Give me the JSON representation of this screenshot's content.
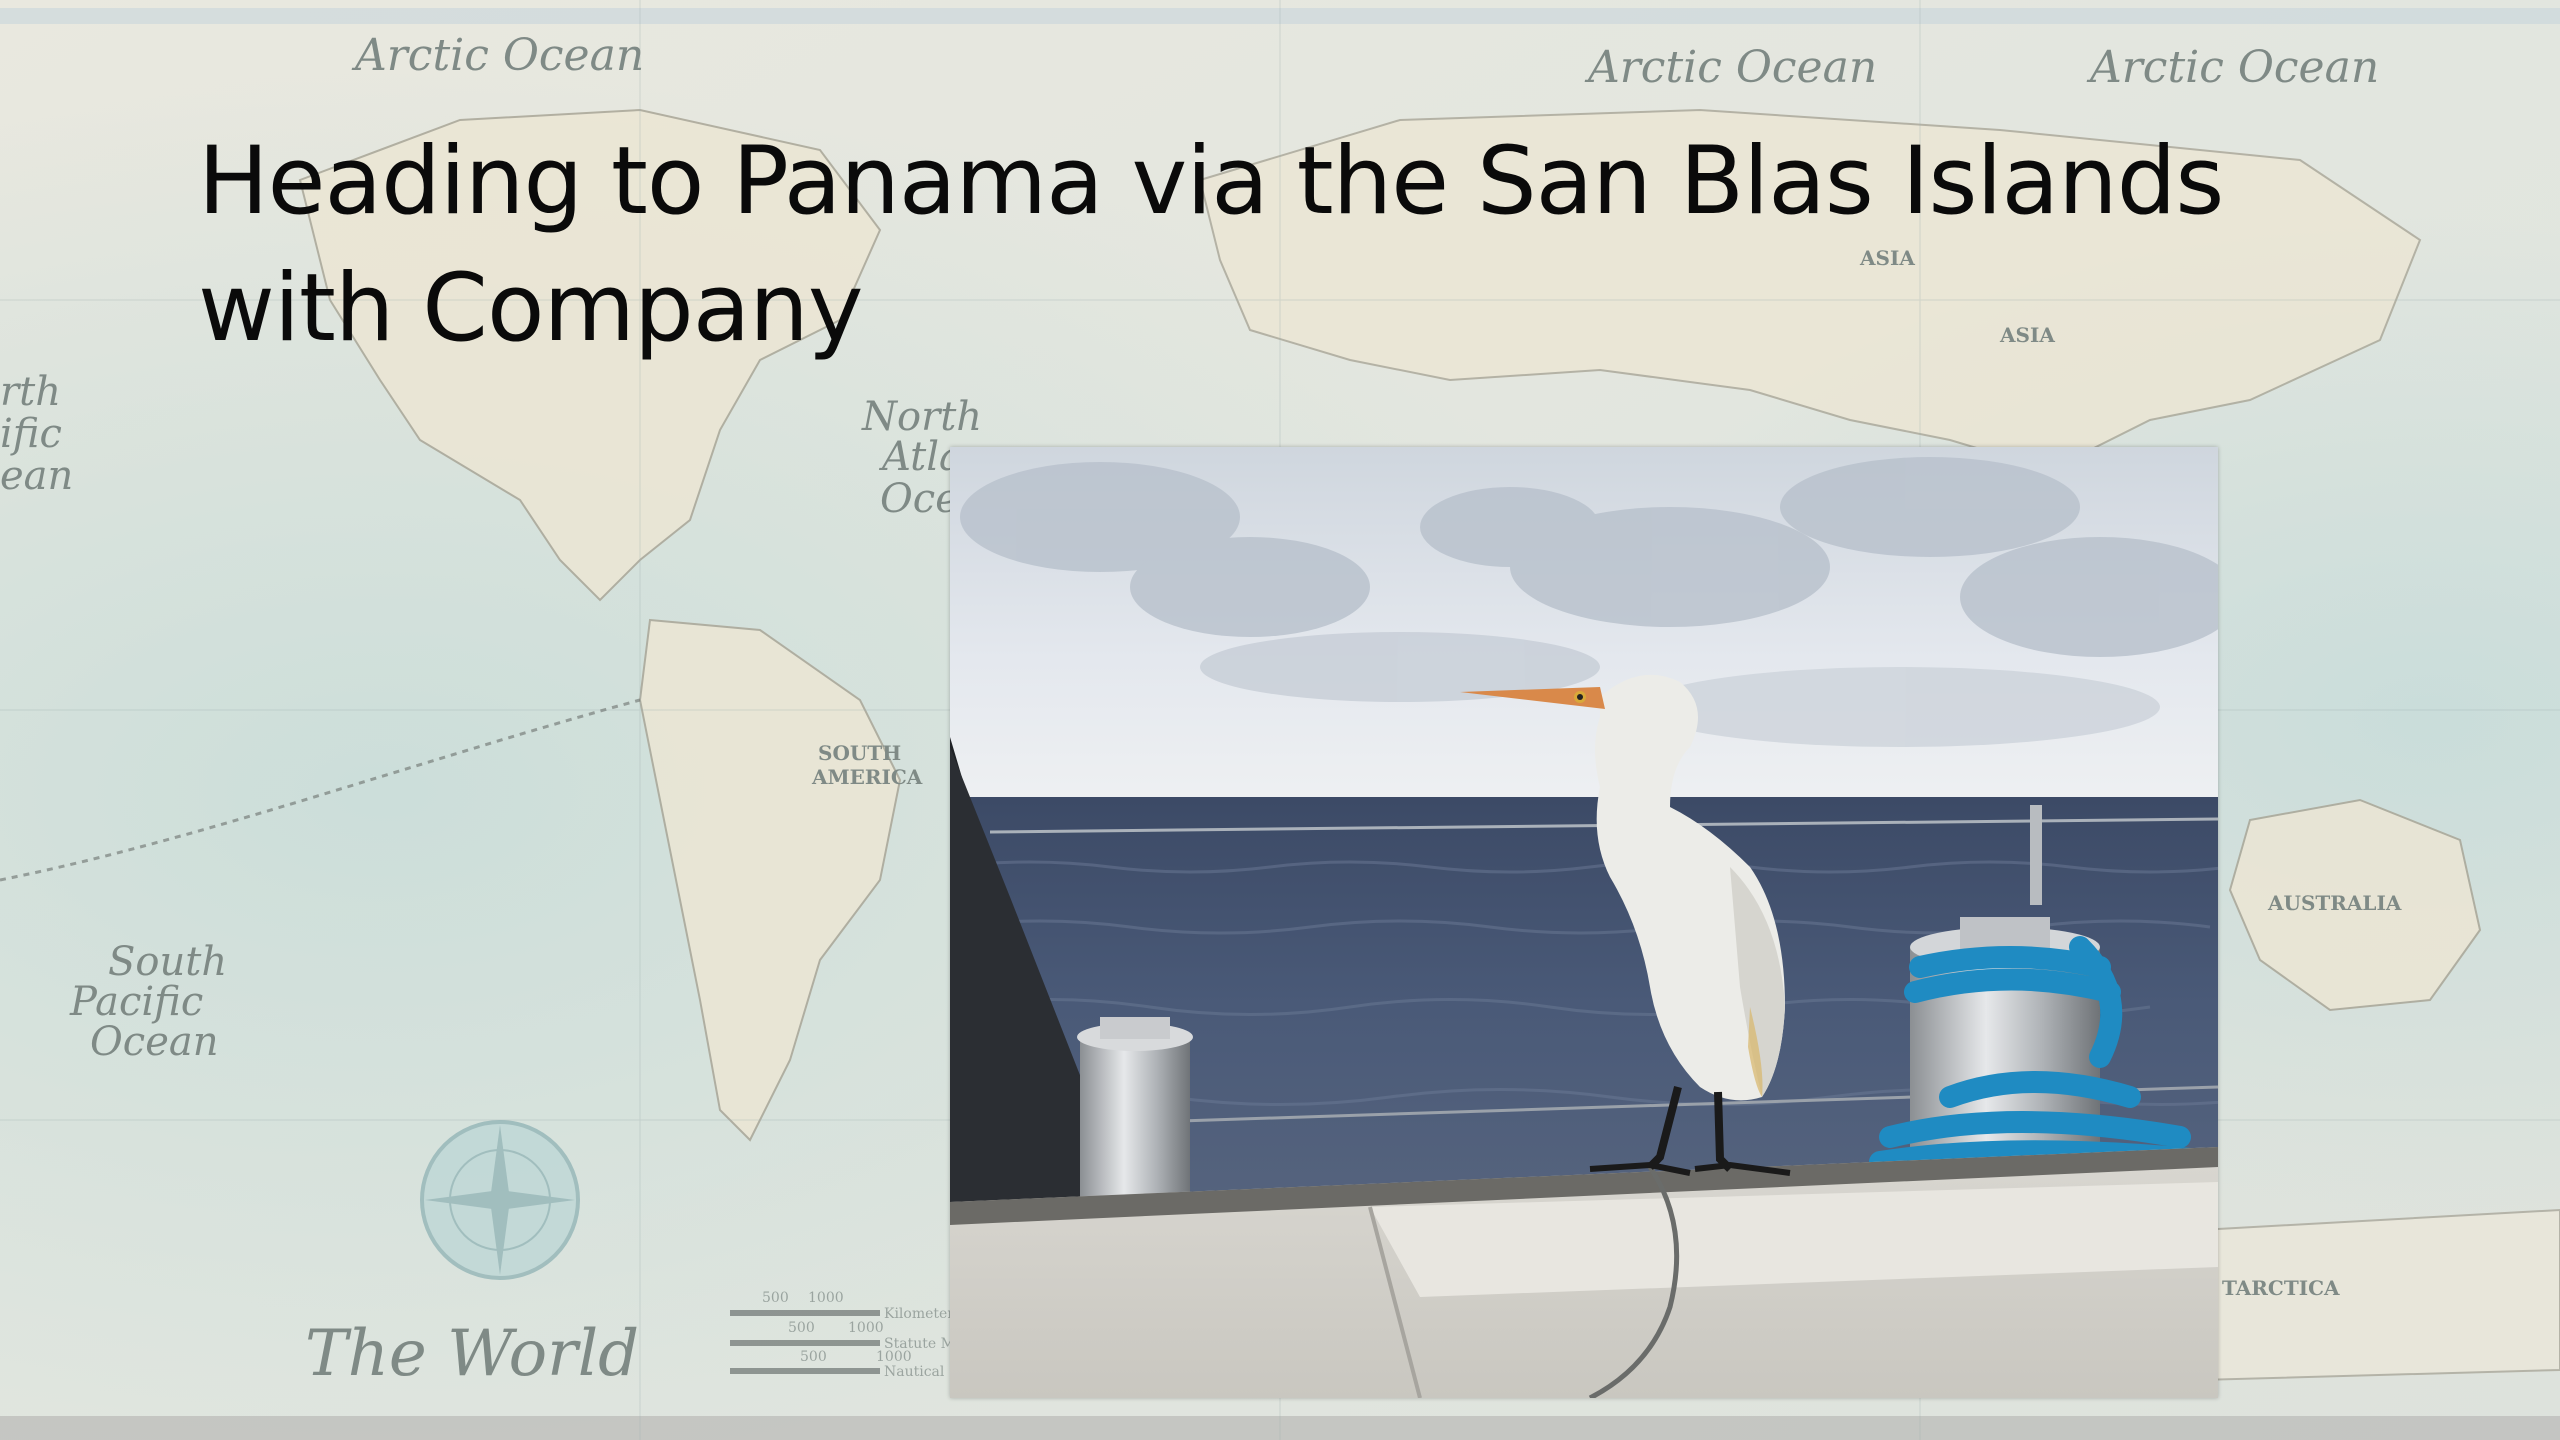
{
  "slide": {
    "title_line1": "Heading to Panama via the San Blas Islands",
    "title_line2": "with Company"
  },
  "map": {
    "labels": {
      "arctic1": "Arctic Ocean",
      "arctic2": "Arctic Ocean",
      "arctic3": "Arctic Ocean",
      "north_atlantic_1": "North",
      "north_atlantic_2": "Atla",
      "north_atlantic_3": "Oce",
      "south_america_1": "SOUTH",
      "south_america_2": "AMERICA",
      "south_pacific_1": "South",
      "south_pacific_2": "Pacific",
      "south_pacific_3": "Ocean",
      "asia1": "ASIA",
      "asia2": "ASIA",
      "australia": "AUSTRALIA",
      "antarctica": "TARCTICA",
      "north_pacific_1": "rth",
      "north_pacific_2": "ific",
      "north_pacific_3": "ean",
      "the_world": "The World",
      "scale_km": "Kilometers",
      "scale_statute": "Statute Miles",
      "scale_nautical": "Nautical",
      "scale_500a": "500",
      "scale_1000a": "1000",
      "scale_500b": "500",
      "scale_1000b": "1000",
      "scale_500c": "500",
      "scale_1000c": "1000"
    }
  },
  "colors": {
    "title": "#0a0a0a",
    "map_paper": "#e6e6dc",
    "map_ocean": "#cfdedb",
    "rope": "#1f8bc2",
    "sky": "#dfe4ea",
    "sea": "#41526f"
  }
}
